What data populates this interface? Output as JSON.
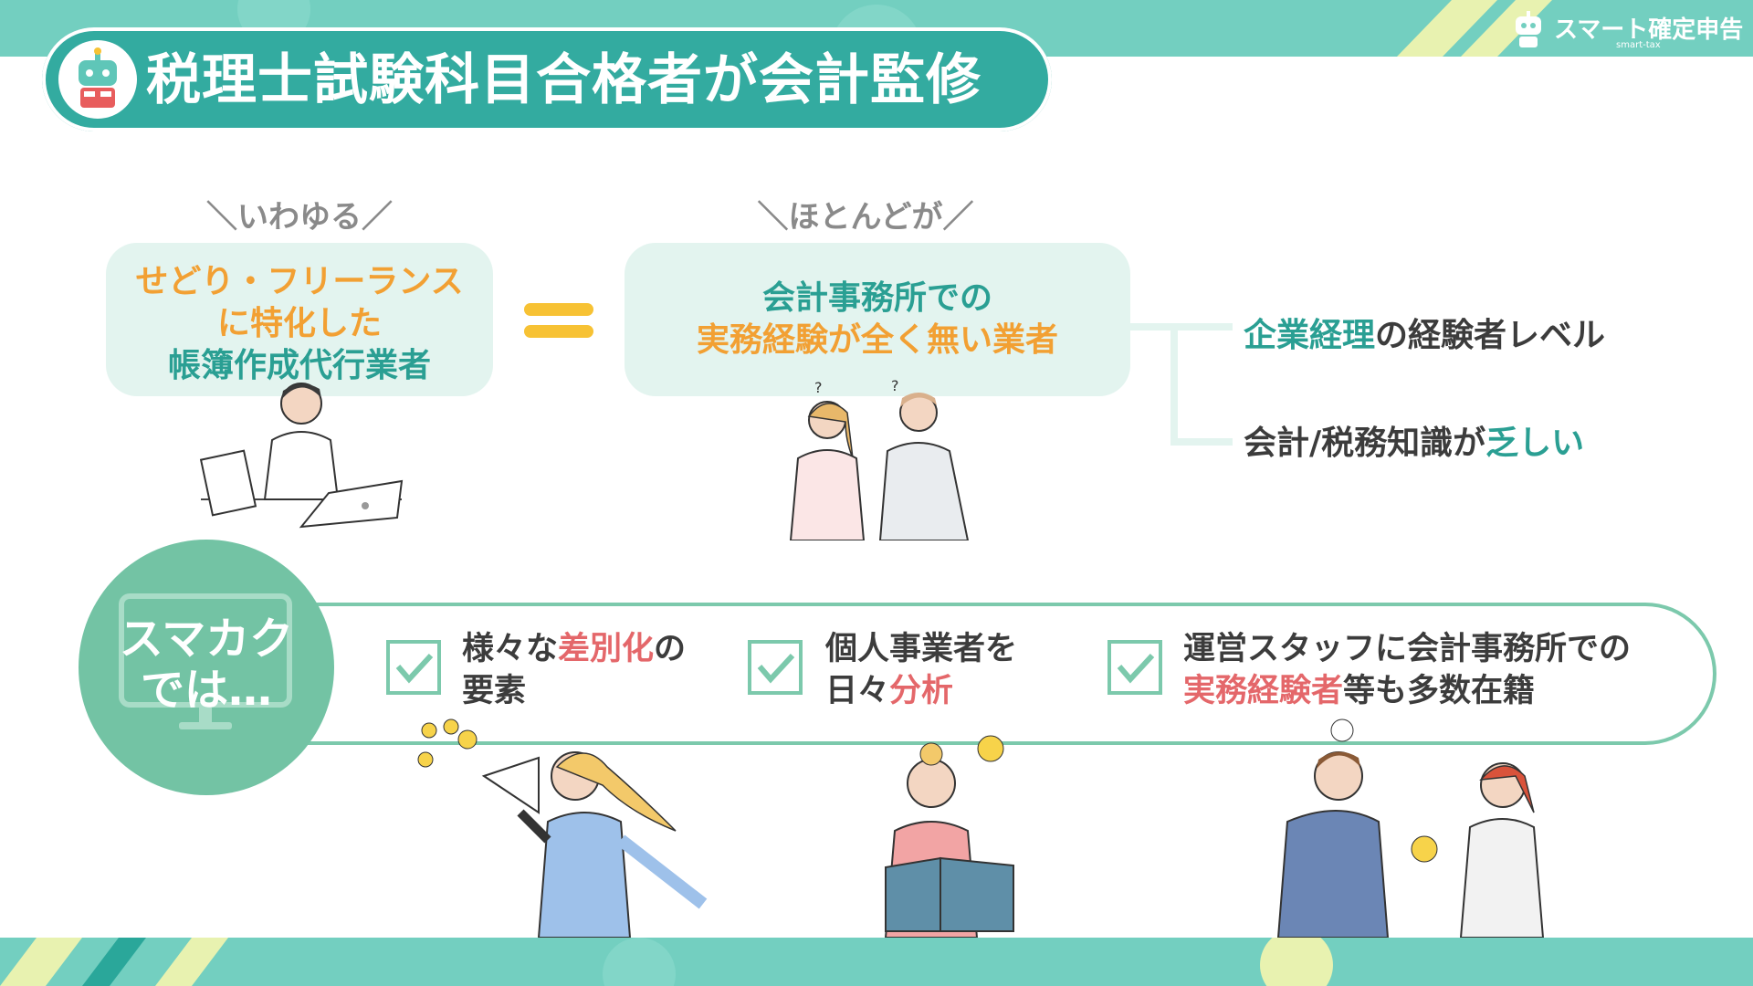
{
  "title": "税理士試験科目合格者が会計監修",
  "brand": {
    "name": "スマート確定申告",
    "sub": "smart-tax"
  },
  "left_block": {
    "lead": "＼いわゆる／",
    "line1": "せどり・フリーランス",
    "line2": "に特化した",
    "line3": "帳簿作成代行業者"
  },
  "middle_block": {
    "lead": "＼ほとんどが／",
    "line1": "会計事務所での",
    "line2": "実務経験が全く無い業者"
  },
  "branches": [
    {
      "highlight": "企業経理",
      "rest": "の経験者レベル"
    },
    {
      "rest": "会計/税務知識が",
      "highlight": "乏しい"
    }
  ],
  "smakaku": {
    "line1": "スマカク",
    "line2": "では…"
  },
  "features": [
    {
      "line1_pre": "様々な",
      "line1_hl": "差別化",
      "line1_post": "の",
      "line2": "要素"
    },
    {
      "line1": "個人事業者を",
      "line2_pre": "日々",
      "line2_hl": "分析"
    },
    {
      "line1": "運営スタッフに会計事務所での",
      "line2_hl": "実務経験者",
      "line2_post": "等も多数在籍"
    }
  ],
  "colors": {
    "teal": "#33aba0",
    "band": "#73cfc0",
    "orange": "#f2a033",
    "red": "#e4676a",
    "card": "#e3f4ef",
    "green": "#73c3a4"
  }
}
